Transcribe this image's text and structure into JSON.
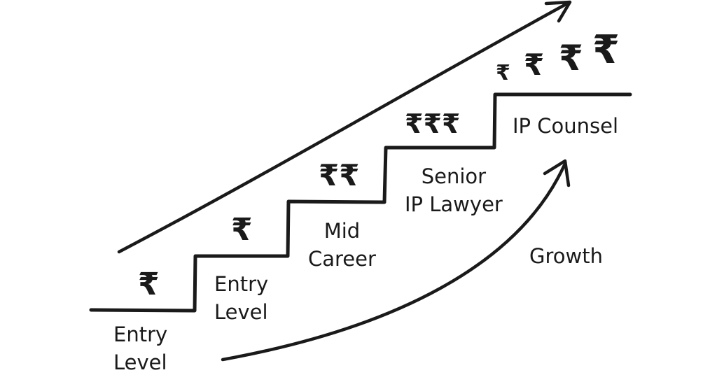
{
  "steps": [
    {
      "line1": "Entry",
      "line2": "Level",
      "rupees": "₹"
    },
    {
      "line1": "Entry",
      "line2": "Level",
      "rupees": "₹"
    },
    {
      "line1": "Mid",
      "line2": "Career",
      "rupees": "₹₹"
    },
    {
      "line1": "Senior",
      "line2": "IP Lawyer",
      "rupees": "₹₹₹"
    },
    {
      "line1": "IP Counsel",
      "rupees": [
        "₹",
        "₹",
        "₹",
        "₹"
      ]
    }
  ],
  "growth_label": "Growth",
  "colors": {
    "ink": "#1a1a1a",
    "background": "#ffffff"
  }
}
